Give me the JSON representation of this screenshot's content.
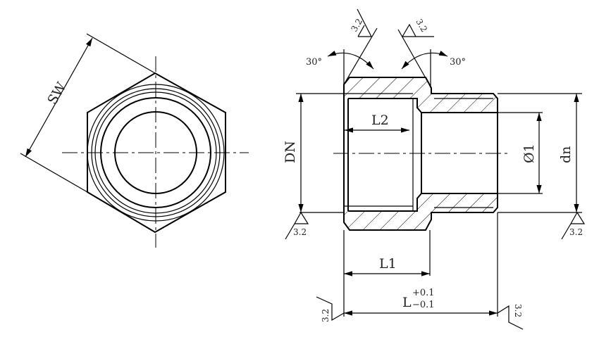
{
  "labels": {
    "sw": "SW",
    "dn": "DN",
    "dn_small": "dn",
    "d1": "Ø1",
    "l1": "L1",
    "l2": "L2",
    "l": "L",
    "l_tol_upper": "+0.1",
    "l_tol_lower": "−0.1",
    "angle_left": "30°",
    "angle_right": "30°"
  },
  "roughness": {
    "top_left": "3.2",
    "top_right": "3.2",
    "mid_left": "3.2",
    "mid_right": "3.2",
    "bottom_left": "3.2",
    "bottom_right": "3.2"
  }
}
